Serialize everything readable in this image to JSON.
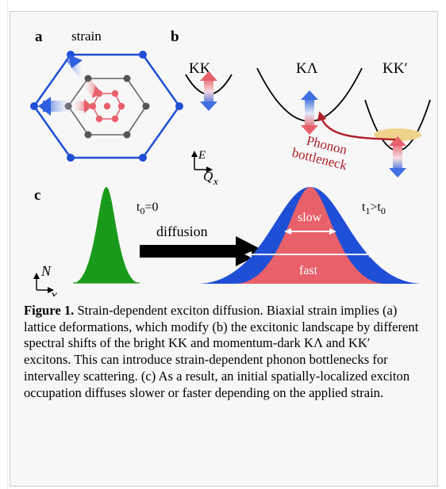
{
  "figure": {
    "panel_a": {
      "label": "a",
      "title": "strain"
    },
    "panel_b": {
      "label": "b",
      "valley_kk": "KK",
      "valley_kl": "KΛ",
      "valley_kkp": "KK′",
      "axis_e": "E",
      "axis_q": "Q",
      "axis_q_sub": "x",
      "bottleneck_line1": "Phonon",
      "bottleneck_line2": "bottleneck"
    },
    "panel_c": {
      "label": "c",
      "t0_text": "t",
      "t0_sub": "0",
      "t0_rest": "=0",
      "t1_text": "t",
      "t1_sub1": "1",
      "t1_mid": ">t",
      "t1_sub2": "0",
      "diffusion": "diffusion",
      "slow": "slow",
      "fast": "fast",
      "axis_n": "N",
      "axis_x": "x"
    },
    "colors": {
      "blue": "#1f4fd6",
      "red": "#e8606a",
      "green": "#1a9a1a",
      "dark_red": "#b0202a"
    }
  },
  "caption": {
    "label": "Figure 1.",
    "text": " Strain-dependent exciton diffusion. Biaxial strain implies (a) lattice deformations, which modify (b) the excitonic landscape by different spectral shifts of the bright KK and momentum-dark KΛ and KK′ excitons. This can introduce strain-dependent phonon bottlenecks for intervalley scattering. (c) As a result, an initial spatially-localized exciton occupation diffuses slower or faster depending on the applied strain."
  }
}
